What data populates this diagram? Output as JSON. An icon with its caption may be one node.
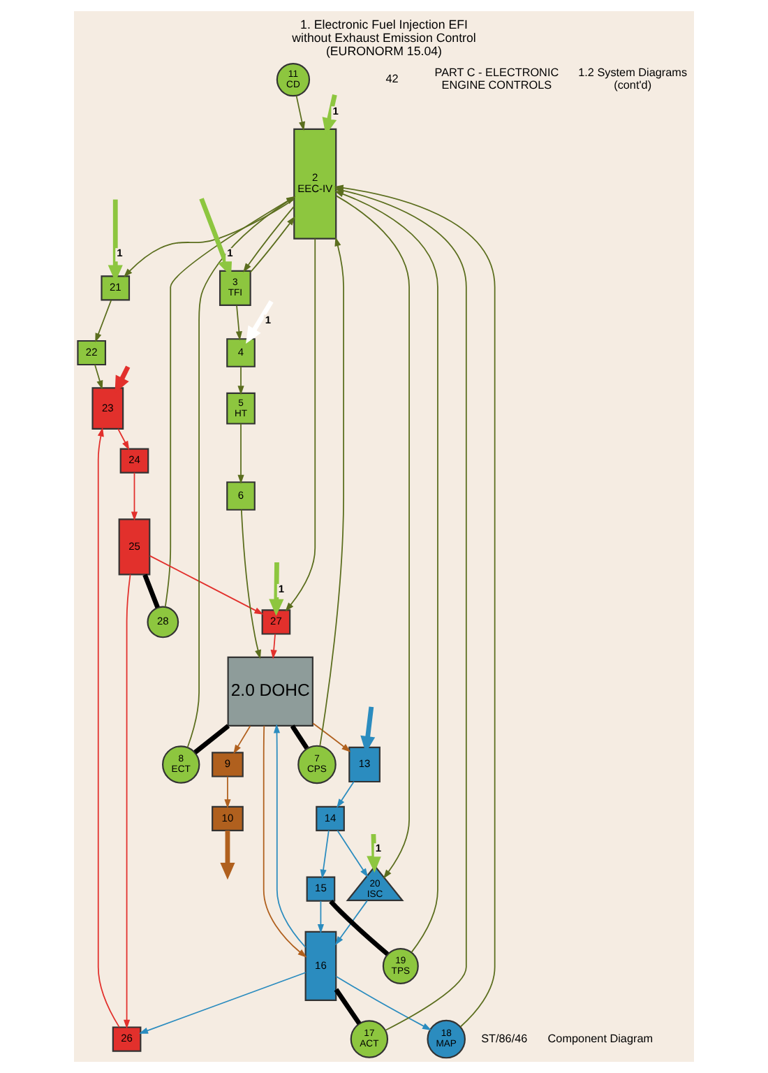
{
  "diagram": {
    "title": "1. Electronic Fuel Injection EFI without Exhaust Emission Control (EURONORM 15.04)",
    "caption": "Component Diagram",
    "nodes": [
      {
        "text": [
          "2",
          "EEC-IV"
        ]
      },
      {
        "text": [
          "11",
          "CD"
        ]
      },
      {
        "text": [
          "21"
        ]
      },
      {
        "text": [
          "22"
        ]
      },
      {
        "text": [
          "23"
        ]
      },
      {
        "text": [
          "3",
          "TFI"
        ]
      },
      {
        "text": [
          "4"
        ]
      },
      {
        "text": [
          "24"
        ]
      },
      {
        "text": [
          "5",
          "HT"
        ]
      },
      {
        "text": [
          "28"
        ]
      },
      {
        "text": [
          "26"
        ]
      },
      {
        "text": [
          "25"
        ]
      },
      {
        "text": [
          "6"
        ]
      },
      {
        "text": [
          "27"
        ]
      },
      {
        "text": [
          "2.0 DOHC"
        ]
      },
      {
        "text": [
          "7",
          "CPS"
        ]
      },
      {
        "text": [
          "8",
          "ECT"
        ]
      },
      {
        "text": [
          "16"
        ]
      },
      {
        "text": [
          "17",
          "ACT"
        ]
      },
      {
        "text": [
          "9"
        ]
      },
      {
        "text": [
          "10"
        ]
      },
      {
        "text": [
          "18",
          "MAP"
        ]
      },
      {
        "text": [
          "20",
          "ISC"
        ]
      },
      {
        "text": [
          "15"
        ]
      },
      {
        "text": [
          "19",
          "TPS"
        ]
      },
      {
        "text": [
          "14"
        ]
      },
      {
        "text": [
          "13"
        ]
      }
    ],
    "edges": [
      {
        "from": null,
        "to": 2,
        "arrow": "to",
        "label": "1",
        "style": "thick",
        "color": "#8dc63f"
      },
      {
        "from": null,
        "to": 0,
        "arrow": "to",
        "label": "1",
        "style": "thick",
        "color": "#8dc63f"
      },
      {
        "from": 0,
        "to": 22,
        "arrow": "to"
      },
      {
        "from": 0,
        "to": 2,
        "arrow": "to"
      },
      {
        "from": 9,
        "to": 0,
        "arrow": "to"
      },
      {
        "from": 0,
        "to": 13,
        "arrow": "to"
      },
      {
        "from": 18,
        "to": 0,
        "arrow": "to"
      },
      {
        "from": 21,
        "to": 0,
        "arrow": "to"
      },
      {
        "from": 24,
        "to": 0,
        "arrow": "to"
      },
      {
        "from": 5,
        "to": 0,
        "arrow": "to"
      },
      {
        "from": 0,
        "to": 5,
        "arrow": "to"
      },
      {
        "from": 1,
        "to": 0,
        "arrow": "to"
      },
      {
        "from": 15,
        "to": 0,
        "arrow": "to"
      },
      {
        "from": 16,
        "to": 0,
        "arrow": "to"
      },
      {
        "from": null,
        "to": 5,
        "arrow": "to",
        "label": "1",
        "style": "thick",
        "color": "#8dc63f"
      },
      {
        "from": 5,
        "to": 6,
        "arrow": "to"
      },
      {
        "from": null,
        "to": 6,
        "arrow": "to",
        "label": "1",
        "style": "thick",
        "color": "#ffffff"
      },
      {
        "from": 6,
        "to": 8,
        "arrow": "to"
      },
      {
        "from": 8,
        "to": 12,
        "arrow": "to"
      },
      {
        "from": 12,
        "to": 14,
        "arrow": "to"
      },
      {
        "from": 2,
        "to": 3,
        "arrow": "to"
      },
      {
        "from": 3,
        "to": 4,
        "arrow": "to"
      },
      {
        "from": null,
        "to": 4,
        "arrow": "to",
        "style": "thick",
        "color": "#e2302c"
      },
      {
        "from": 4,
        "to": 7,
        "arrow": "to",
        "color": "#e2302c"
      },
      {
        "from": 7,
        "to": 11,
        "arrow": "to",
        "color": "#e2302c"
      },
      {
        "from": 11,
        "to": 10,
        "arrow": "to",
        "color": "#e2302c"
      },
      {
        "from": 10,
        "to": 4,
        "arrow": "to",
        "color": "#e2302c"
      },
      {
        "from": 11,
        "to": 9,
        "arrow": "none",
        "style": "thick",
        "color": "#000000"
      },
      {
        "from": 11,
        "to": 13,
        "arrow": "to",
        "color": "#e2302c"
      },
      {
        "from": null,
        "to": 13,
        "arrow": "to",
        "label": "1",
        "style": "thick",
        "color": "#8dc63f"
      },
      {
        "from": 13,
        "to": 14,
        "arrow": "to",
        "color": "#e2302c"
      },
      {
        "from": 14,
        "to": 15,
        "arrow": "none",
        "style": "thick",
        "color": "#000000"
      },
      {
        "from": 14,
        "to": 16,
        "arrow": "none",
        "style": "thick",
        "color": "#000000"
      },
      {
        "from": 14,
        "to": 19,
        "arrow": "to",
        "color": "#b0601e"
      },
      {
        "from": 19,
        "to": 20,
        "arrow": "to",
        "color": "#b0601e"
      },
      {
        "from": 20,
        "to": null,
        "arrow": "to",
        "style": "thick",
        "color": "#b0601e"
      },
      {
        "from": 17,
        "to": 10,
        "arrow": "to",
        "color": "#2b8cbf"
      },
      {
        "from": 17,
        "to": 14,
        "arrow": "to",
        "color": "#2b8cbf"
      },
      {
        "from": 14,
        "to": 17,
        "arrow": "to",
        "color": "#b0601e"
      },
      {
        "from": 17,
        "to": 18,
        "arrow": "none",
        "style": "thick",
        "color": "#000000"
      },
      {
        "from": 17,
        "to": 21,
        "arrow": "to",
        "color": "#2b8cbf"
      },
      {
        "from": 22,
        "to": 17,
        "arrow": "to",
        "color": "#2b8cbf"
      },
      {
        "from": null,
        "to": 22,
        "arrow": "to",
        "label": "1",
        "style": "thick",
        "color": "#8dc63f"
      },
      {
        "from": 23,
        "to": 17,
        "arrow": "to",
        "color": "#2b8cbf"
      },
      {
        "from": 23,
        "to": 24,
        "arrow": "none",
        "style": "thick",
        "color": "#000000"
      },
      {
        "from": 25,
        "to": 23,
        "arrow": "to",
        "color": "#2b8cbf"
      },
      {
        "from": 25,
        "to": 22,
        "arrow": "to",
        "color": "#2b8cbf"
      },
      {
        "from": 14,
        "to": 26,
        "arrow": "to",
        "color": "#b0601e"
      },
      {
        "from": 26,
        "to": 25,
        "arrow": "to",
        "color": "#2b8cbf"
      },
      {
        "from": null,
        "to": 26,
        "arrow": "to",
        "style": "thick",
        "color": "#2b8cbf"
      }
    ],
    "labels": [
      "42",
      "PART C - ELECTRONIC ENGINE CONTROLS",
      "1.2 System Diagrams (cont'd)",
      "ST/86/46"
    ]
  }
}
